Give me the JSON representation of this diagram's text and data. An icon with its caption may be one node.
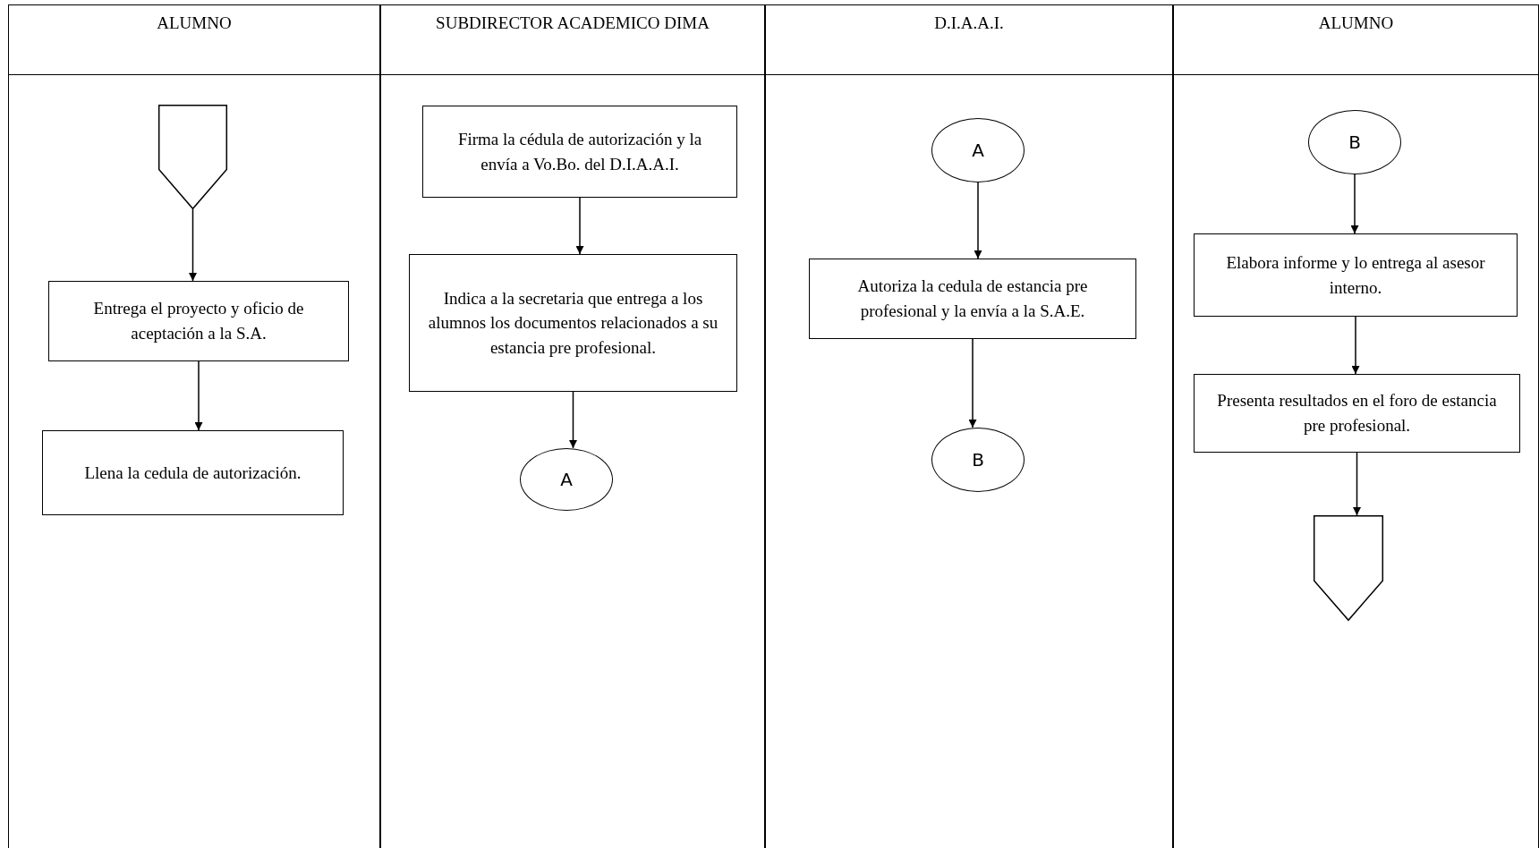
{
  "diagram": {
    "nodes": [
      {
        "text": [
          "ALUMNO"
        ]
      },
      {
        "text": [],
        "shape": "pentagon",
        "in": 0
      },
      {
        "text": [
          "Entrega el proyecto y oficio de aceptación a la S.A."
        ],
        "in": 0
      },
      {
        "text": [
          "Llena la cedula de autorización."
        ],
        "in": 0
      },
      {
        "text": [
          "SUBDIRECTOR ACADEMICO DIMA"
        ]
      },
      {
        "text": [
          "Firma la cédula de autorización y la envía a Vo.Bo. del D.I.A.A.I."
        ],
        "in": 4
      },
      {
        "text": [
          "Indica a la secretaria que entrega a los alumnos los documentos relacionados a su estancia pre profesional."
        ],
        "in": 4
      },
      {
        "text": [
          "A"
        ],
        "in": 4
      },
      {
        "text": [
          "D.I.A.A.I."
        ]
      },
      {
        "text": [
          "A"
        ],
        "in": 8
      },
      {
        "text": [
          "Autoriza la cedula de estancia pre profesional y la envía a la S.A.E."
        ],
        "in": 8
      },
      {
        "text": [
          "B"
        ],
        "in": 8
      },
      {
        "text": [
          "ALUMNO"
        ]
      },
      {
        "text": [
          "B"
        ],
        "in": 12
      },
      {
        "text": [
          "Elabora informe y lo entrega al asesor interno."
        ],
        "in": 12
      },
      {
        "text": [
          "Presenta resultados en el foro de estancia pre profesional."
        ],
        "in": 12
      },
      {
        "text": [],
        "shape": "pentagon",
        "in": 12
      }
    ],
    "edges": [
      {
        "from": 1,
        "to": 2,
        "arrow": "to"
      },
      {
        "from": 2,
        "to": 3,
        "arrow": "to"
      },
      {
        "from": 5,
        "to": 6,
        "arrow": "to"
      },
      {
        "from": 6,
        "to": 7,
        "arrow": "to"
      },
      {
        "from": 9,
        "to": 10,
        "arrow": "to"
      },
      {
        "from": 10,
        "to": 11,
        "arrow": "to"
      },
      {
        "from": 13,
        "to": 14,
        "arrow": "to"
      },
      {
        "from": 14,
        "to": 15,
        "arrow": "to"
      },
      {
        "from": 15,
        "to": 16,
        "arrow": "to"
      }
    ]
  }
}
